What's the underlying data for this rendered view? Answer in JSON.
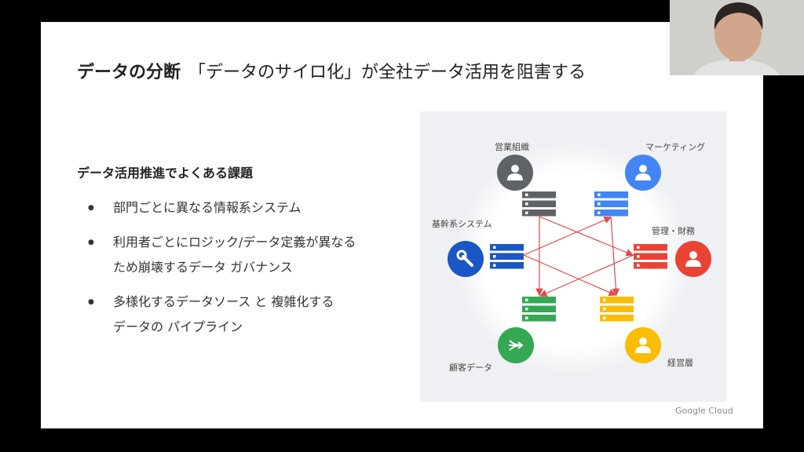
{
  "slide": {
    "title_bold": "データの分断",
    "title_rest": "「データのサイロ化」が全社データ活用を阻害する",
    "subheading": "データ活用推進でよくある課題",
    "bullets": [
      {
        "lines": [
          "部門ごとに異なる情報系システム"
        ]
      },
      {
        "lines": [
          "利用者ごとにロジック/データ定義が異なる",
          "ため崩壊するデータ ガバナンス"
        ]
      },
      {
        "lines": [
          "多様化するデータソース と 複雑化する",
          "データの パイプライン"
        ]
      }
    ],
    "bullet_char": "●",
    "footer_logo": "Google Cloud"
  },
  "diagram": {
    "nodes": [
      {
        "label": "営業組織",
        "icon": "person-icon",
        "color": "#5f6368"
      },
      {
        "label": "マーケティング",
        "icon": "person-icon",
        "color": "#4285f4"
      },
      {
        "label": "基幹系システム",
        "icon": "wrench-icon",
        "color": "#1a56c4"
      },
      {
        "label": "管理・財務",
        "icon": "person-icon",
        "color": "#ea4335"
      },
      {
        "label": "顧客データ",
        "icon": "merge-arrow-icon",
        "color": "#34a853"
      },
      {
        "label": "経営層",
        "icon": "person-icon",
        "color": "#fbbc04"
      }
    ],
    "arrow_color": "#e04a4a"
  },
  "webcam": {
    "icon": "participant-video"
  }
}
